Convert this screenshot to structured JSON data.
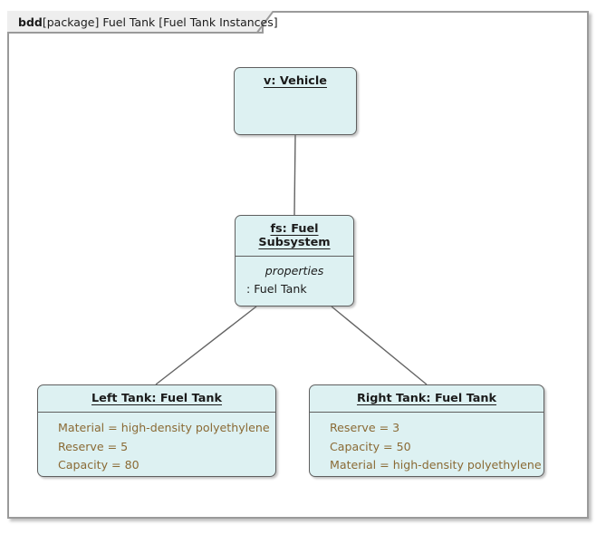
{
  "frame": {
    "tab_kind": "bdd",
    "tab_scope": "[package] Fuel Tank [Fuel Tank Instances]",
    "tab_full": "bdd[package] Fuel Tank [Fuel Tank Instances]"
  },
  "colors": {
    "block_fill": "#ddf1f2",
    "block_border": "#5f5f5f",
    "frame_border": "#9a9a9a",
    "tab_fill": "#eeeeee",
    "property_text": "#8a6a35",
    "title_text": "#1b1b1b",
    "connector": "#646464"
  },
  "blocks": [
    {
      "id": "vehicle",
      "title": "v: Vehicle",
      "compartments": []
    },
    {
      "id": "fuel_subsystem",
      "title": "fs: Fuel Subsystem",
      "compartment_header": "properties",
      "compartment_items": [
        ": Fuel Tank"
      ]
    },
    {
      "id": "left_tank",
      "title": "Left Tank: Fuel Tank",
      "properties": [
        "Material = high-density polyethylene",
        "Reserve = 5",
        "Capacity = 80"
      ]
    },
    {
      "id": "right_tank",
      "title": "Right Tank: Fuel Tank",
      "properties": [
        "Reserve = 3",
        "Capacity = 50",
        "Material = high-density polyethylene"
      ]
    }
  ],
  "connectors": [
    {
      "name": "vehicle-to-fuel-subsystem",
      "from": "vehicle",
      "to": "fuel_subsystem"
    },
    {
      "name": "fuel-subsystem-to-left-tank",
      "from": "fuel_subsystem",
      "to": "left_tank"
    },
    {
      "name": "fuel-subsystem-to-right-tank",
      "from": "fuel_subsystem",
      "to": "right_tank"
    }
  ]
}
